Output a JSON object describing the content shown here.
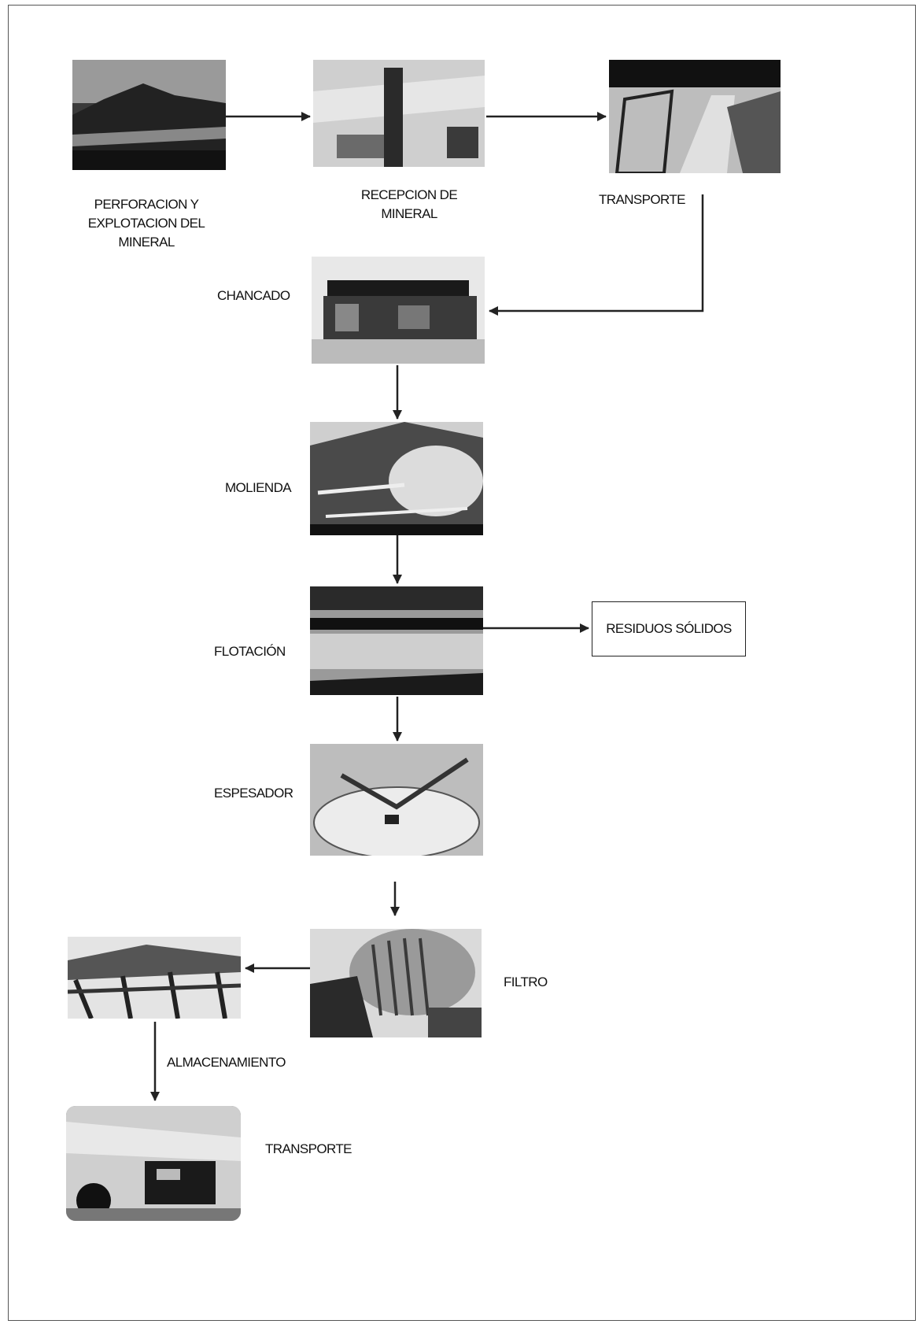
{
  "steps": {
    "perforacion": "PERFORACION Y\nEXPLOTACION DEL\nMINERAL",
    "recepcion": "RECEPCION DE\nMINERAL",
    "transporte1": "TRANSPORTE",
    "chancado": "CHANCADO",
    "molienda": "MOLIENDA",
    "flotacion": "FLOTACIÓN",
    "residuos": "RESIDUOS SÓLIDOS",
    "espesador": "ESPESADOR",
    "filtro": "FILTRO",
    "almacenamiento": "ALMACENAMIENTO",
    "transporte2": "TRANSPORTE"
  },
  "colors": {
    "line": "#222222",
    "photo_dark": "#1a1a1a",
    "photo_light": "#d8d8d8"
  }
}
